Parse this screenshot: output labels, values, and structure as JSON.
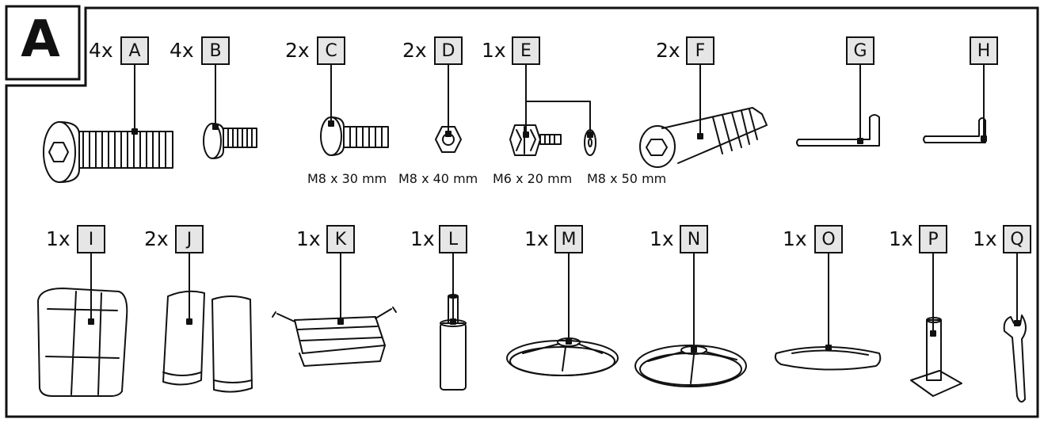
{
  "section": {
    "letter": "A"
  },
  "parts": [
    {
      "id": "A",
      "letter": "A",
      "qty": "4x"
    },
    {
      "id": "B",
      "letter": "B",
      "qty": "4x"
    },
    {
      "id": "C",
      "letter": "C",
      "qty": "2x"
    },
    {
      "id": "D",
      "letter": "D",
      "qty": "2x"
    },
    {
      "id": "E",
      "letter": "E",
      "qty": "1x"
    },
    {
      "id": "F",
      "letter": "F",
      "qty": "2x"
    },
    {
      "id": "G",
      "letter": "G",
      "qty": ""
    },
    {
      "id": "H",
      "letter": "H",
      "qty": ""
    },
    {
      "id": "I",
      "letter": "I",
      "qty": "1x"
    },
    {
      "id": "J",
      "letter": "J",
      "qty": "2x"
    },
    {
      "id": "K",
      "letter": "K",
      "qty": "1x"
    },
    {
      "id": "L",
      "letter": "L",
      "qty": "1x"
    },
    {
      "id": "M",
      "letter": "M",
      "qty": "1x"
    },
    {
      "id": "N",
      "letter": "N",
      "qty": "1x"
    },
    {
      "id": "O",
      "letter": "O",
      "qty": "1x"
    },
    {
      "id": "P",
      "letter": "P",
      "qty": "1x"
    },
    {
      "id": "Q",
      "letter": "Q",
      "qty": "1x"
    }
  ],
  "dimension_labels": [
    "M8 x 30 mm",
    "M8 x 40 mm",
    "M6 x 20 mm",
    "M8 x 50 mm"
  ],
  "colors": {
    "line": "#111111",
    "label_fill": "#e6e6e6",
    "background": "#ffffff"
  }
}
